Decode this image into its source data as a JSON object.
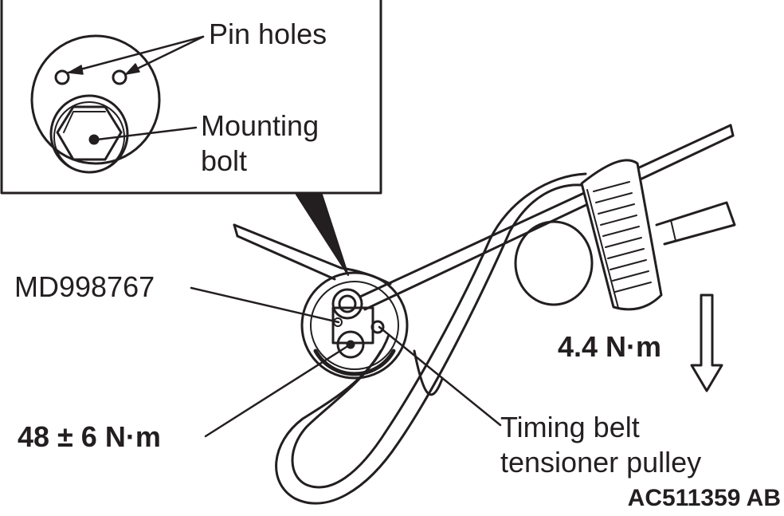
{
  "colors": {
    "ink": "#231f20",
    "paper": "#ffffff"
  },
  "inset": {
    "label_pin_holes": "Pin holes",
    "label_mounting_1": "Mounting",
    "label_mounting_2": "bolt"
  },
  "labels": {
    "tool": "MD998767",
    "torque_wrench": "4.4 N·m",
    "bolt_torque": "48 ± 6 N·m",
    "pulley_1": "Timing belt",
    "pulley_2": "tensioner pulley",
    "figure_id": "AC511359 AB"
  }
}
